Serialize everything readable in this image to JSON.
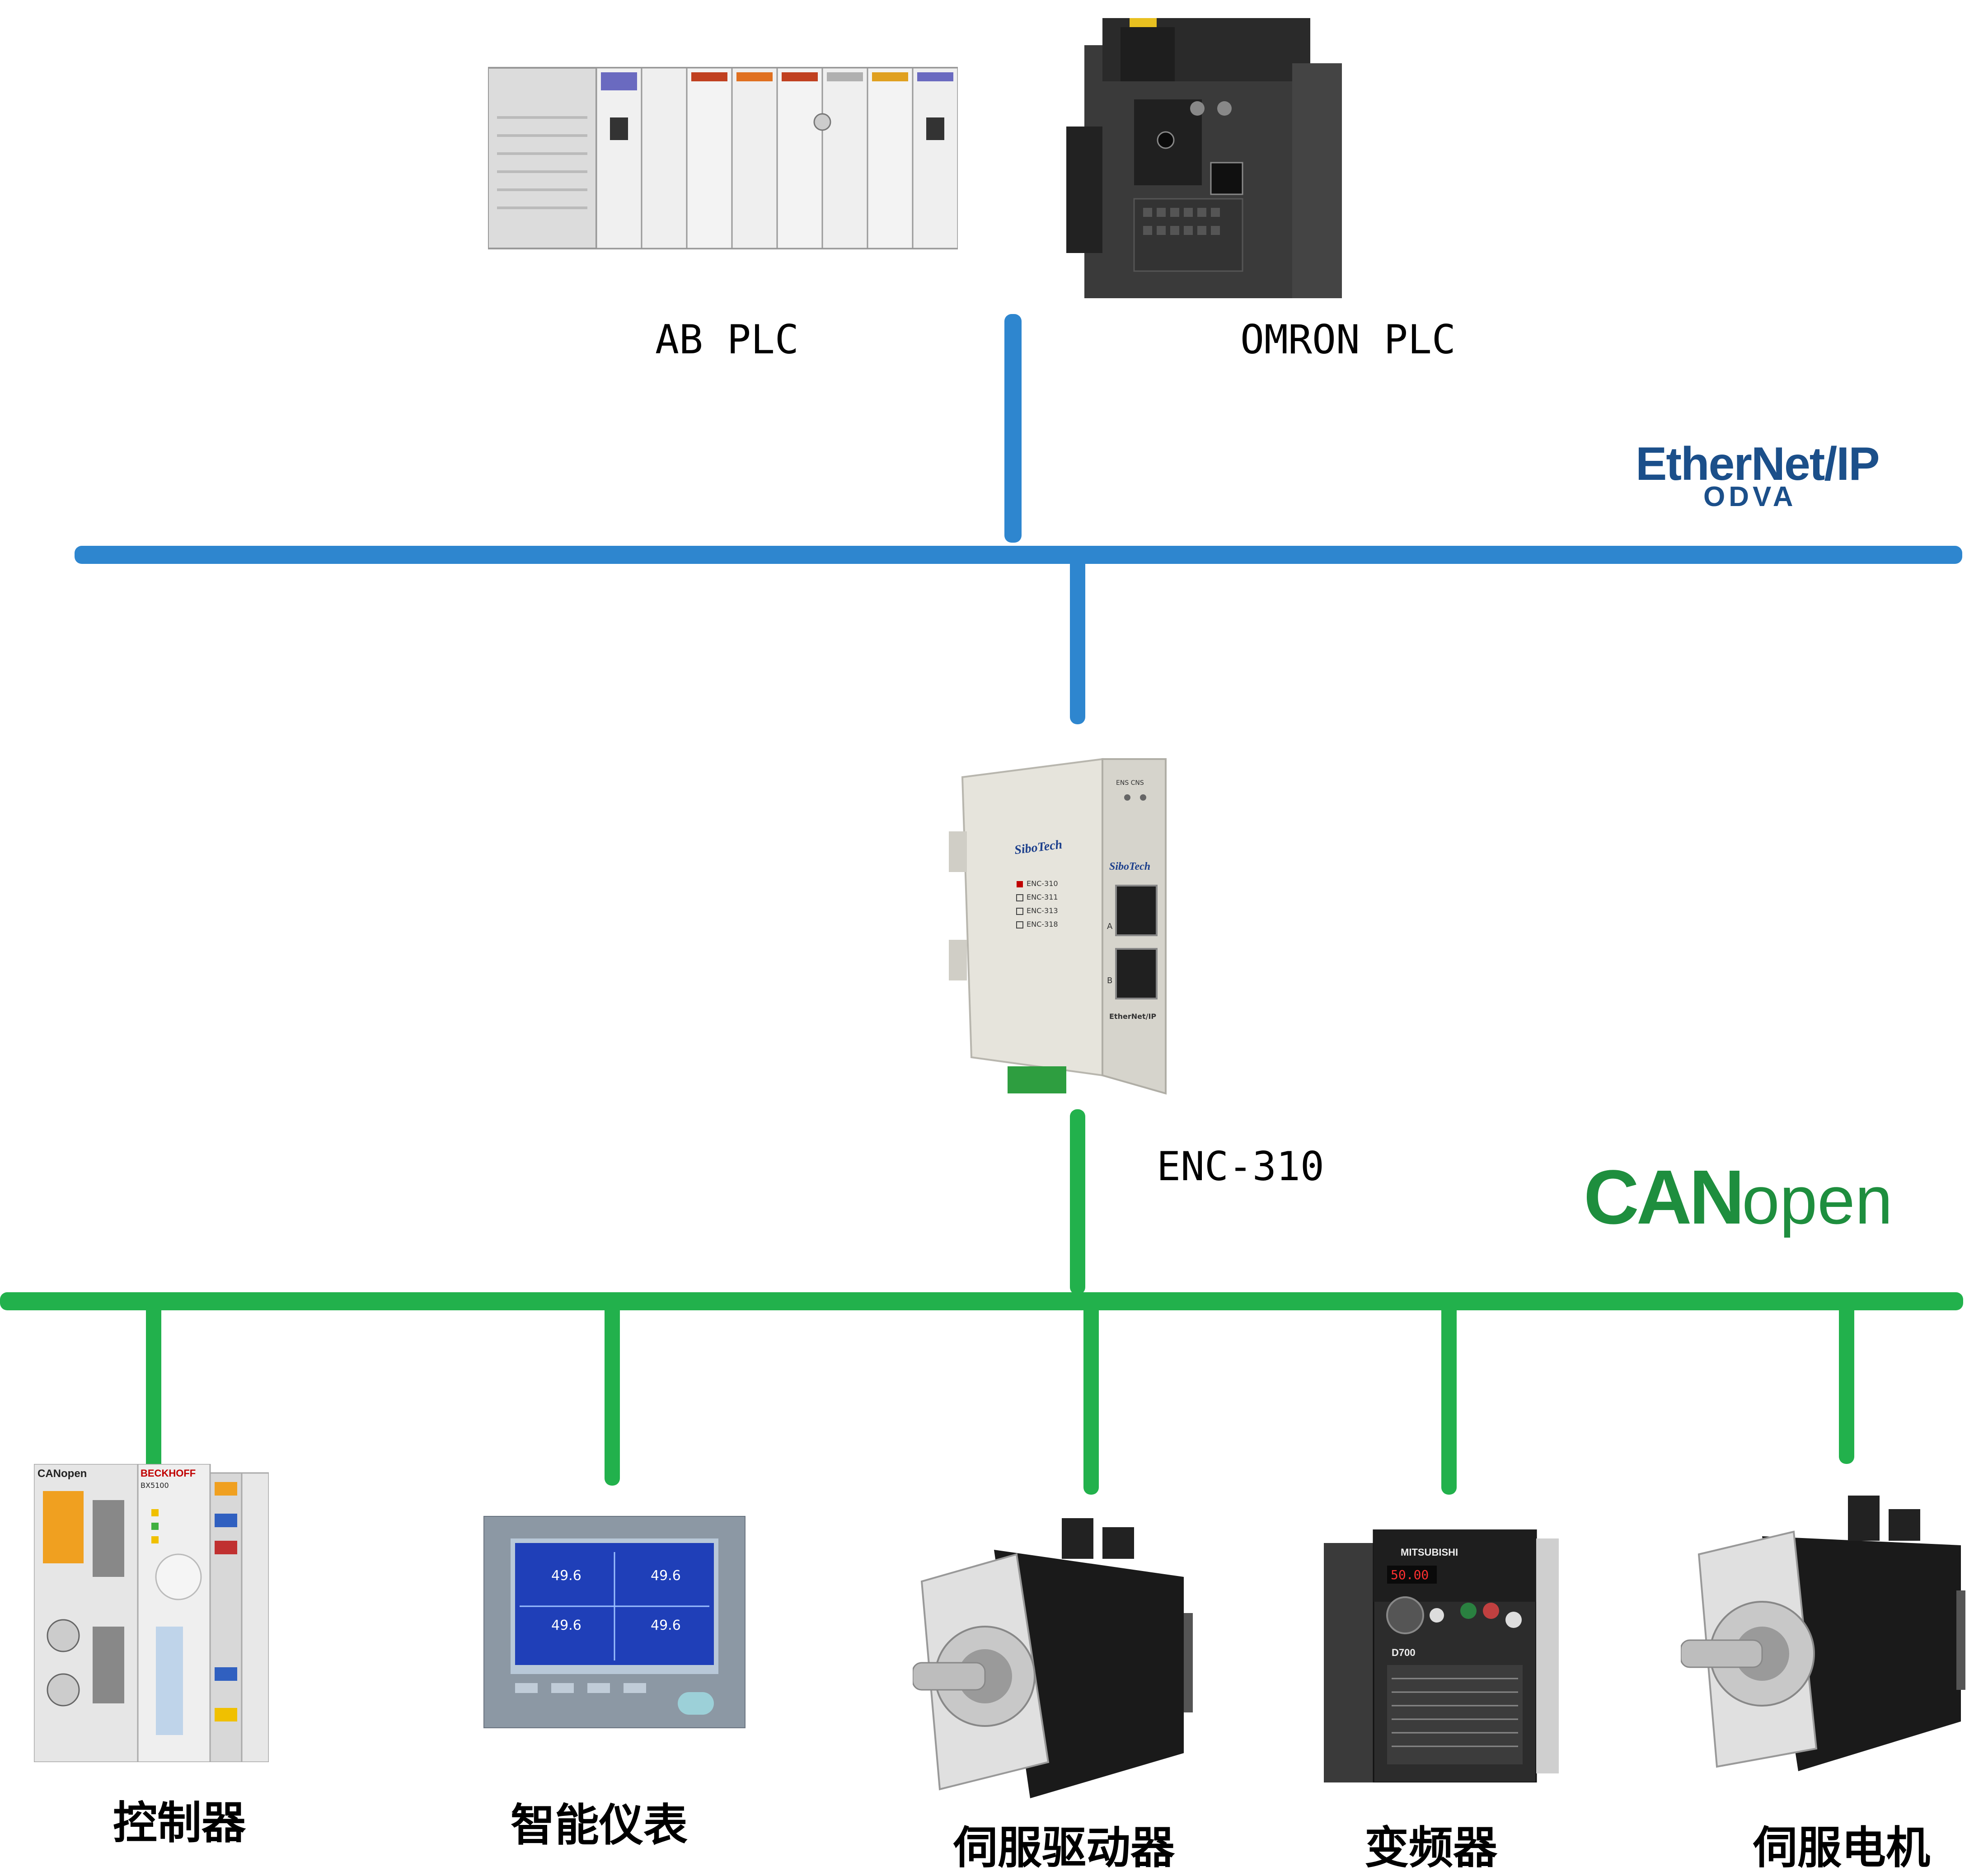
{
  "labels": {
    "ab_plc": "AB PLC",
    "omron_plc": "OMRON PLC",
    "gateway": "ENC-310",
    "controller": "控制器",
    "smart_meter": "智能仪表",
    "servo_driver": "伺服驱动器",
    "inverter": "变频器",
    "servo_motor": "伺服电机"
  },
  "logos": {
    "ethernet_ip": "EtherNet/IP",
    "odva": "ODVA",
    "canopen_can": "CAN",
    "canopen_open": "open"
  },
  "device_text": {
    "sibotech_front": "SiboTech",
    "sibotech_side": "SiboTech",
    "ens_cns": "ENS CNS",
    "model_options": [
      "ENC-310",
      "ENC-311",
      "ENC-313",
      "ENC-318"
    ],
    "port_a": "A",
    "port_b": "B",
    "ethernet_ip_badge": "EtherNet/IP",
    "beckhoff": "BECKHOFF",
    "bx5100": "BX5100",
    "canopen_small": "CANopen",
    "meter_value": "49.6",
    "mitsubishi": "MITSUBISHI",
    "d700": "D700",
    "inverter_display": "50.00"
  },
  "colors": {
    "ethernet_bus": "#2E86CF",
    "canopen_bus": "#22B14C",
    "ethernet_logo": "#1B4F8A",
    "canopen_logo": "#1E8E3E"
  }
}
